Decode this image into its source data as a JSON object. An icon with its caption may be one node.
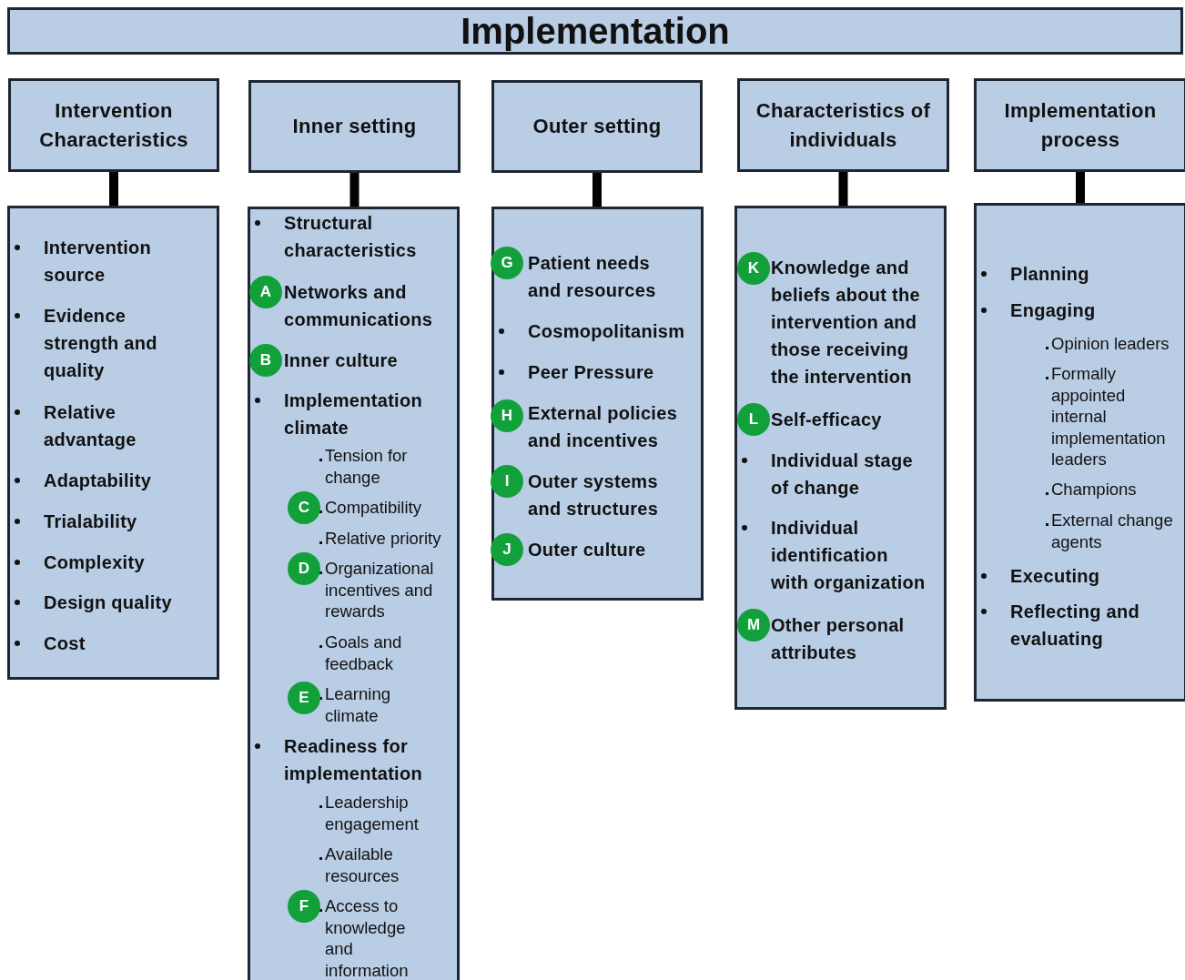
{
  "diagram": {
    "nodes": [
      {
        "text": [
          "Implementation"
        ]
      },
      {
        "text": [
          "Intervention Characteristics"
        ]
      },
      {
        "text": [
          "Inner setting"
        ]
      },
      {
        "text": [
          "Outer setting"
        ]
      },
      {
        "text": [
          "Characteristics of individuals"
        ]
      },
      {
        "text": [
          "Implementation process"
        ]
      },
      {
        "text": [
          "Intervention source",
          "Evidence strength and quality",
          "Relative advantage",
          "Adaptability",
          "Trialability",
          "Complexity",
          "Design quality",
          "Cost"
        ]
      },
      {
        "text": [
          "Structural characteristics",
          "Networks and communications",
          "Inner culture",
          "Implementation climate",
          "Tension for change",
          "Compatibility",
          "Relative priority",
          "Organizational incentives and rewards",
          "Goals and feedback",
          "Learning climate",
          "Readiness for implementation",
          "Leadership engagement",
          "Available resources",
          "Access to knowledge and information"
        ]
      },
      {
        "text": [
          "Patient needs and resources",
          "Cosmopolitanism",
          "Peer Pressure",
          "External policies and incentives",
          "Outer systems and structures",
          "Outer culture"
        ]
      },
      {
        "text": [
          "Knowledge and beliefs about the intervention and those receiving the intervention",
          "Self-efficacy",
          "Individual stage of change",
          "Individual identification with organization",
          "Other personal attributes"
        ]
      },
      {
        "text": [
          "Planning",
          "Engaging",
          "Opinion leaders",
          "Formally appointed internal implementation leaders",
          "Champions",
          "External change agents",
          "Executing",
          "Reflecting and evaluating"
        ]
      },
      {
        "text": [
          "A"
        ],
        "in": 7
      },
      {
        "text": [
          "B"
        ],
        "in": 7
      },
      {
        "text": [
          "C"
        ],
        "in": 7
      },
      {
        "text": [
          "D"
        ],
        "in": 7
      },
      {
        "text": [
          "E"
        ],
        "in": 7
      },
      {
        "text": [
          "F"
        ],
        "in": 7
      },
      {
        "text": [
          "G"
        ],
        "in": 8
      },
      {
        "text": [
          "H"
        ],
        "in": 8
      },
      {
        "text": [
          "I"
        ],
        "in": 8
      },
      {
        "text": [
          "J"
        ],
        "in": 8
      },
      {
        "text": [
          "K"
        ],
        "in": 9
      },
      {
        "text": [
          "L"
        ],
        "in": 9
      },
      {
        "text": [
          "M"
        ],
        "in": 9
      }
    ],
    "edges": [
      {
        "from": 1,
        "to": 6,
        "arrow": "none"
      },
      {
        "from": 2,
        "to": 7,
        "arrow": "none"
      },
      {
        "from": 3,
        "to": 8,
        "arrow": "none"
      },
      {
        "from": 4,
        "to": 9,
        "arrow": "none"
      },
      {
        "from": 5,
        "to": 10,
        "arrow": "none"
      }
    ]
  }
}
